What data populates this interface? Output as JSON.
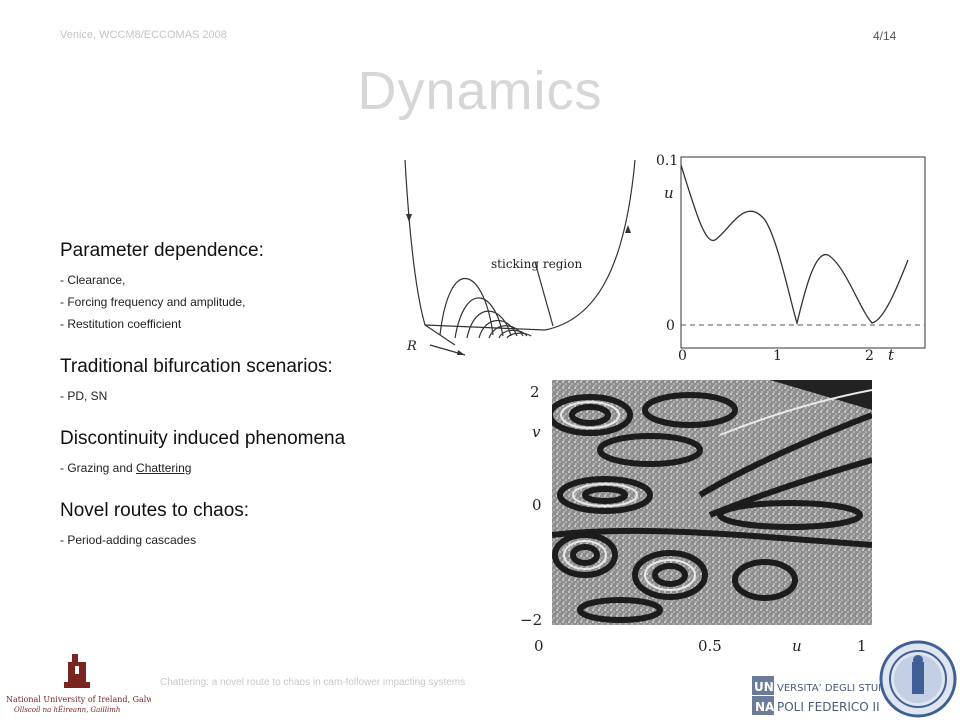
{
  "header": {
    "venue": "Venice, WCCM8/ECCOMAS  2008",
    "page_number": "4/14"
  },
  "slide": {
    "title": "Dynamics",
    "sections": [
      {
        "heading": "Parameter dependence:",
        "bullets": [
          "- Clearance,",
          "- Forcing frequency and amplitude,",
          "- Restitution coefficient"
        ]
      },
      {
        "heading": "Traditional bifurcation scenarios:",
        "bullets": [
          "- PD, SN"
        ]
      },
      {
        "heading": "Discontinuity induced phenomena",
        "bullets": [
          "- Grazing and "
        ],
        "link": "Chattering"
      },
      {
        "heading": "Novel routes to chaos:",
        "bullets": [
          "- Period-adding cascades"
        ]
      }
    ]
  },
  "figures": {
    "sticking": {
      "annotation": "sticking region",
      "axis_label": "R"
    },
    "timeseries": {
      "ylabel": "u",
      "xlabel": "t",
      "yticks": [
        "0.1",
        "0"
      ],
      "xticks": [
        "0",
        "1",
        "2"
      ]
    },
    "phase": {
      "ylabel": "v",
      "xlabel": "u",
      "yticks": [
        "2",
        "0",
        "−2"
      ],
      "xticks": [
        "0",
        "0.5",
        "1"
      ]
    }
  },
  "footer": {
    "subtitle": "Chattering: a novel route to chaos in cam-follower impacting systems"
  },
  "logos": {
    "left_line1": "National University of Ireland, Galway",
    "left_line2": "Ollscoil na hÉireann, Gaillimh",
    "right_top": "VERSITA’ DEGLI STUDI DI",
    "right_bottom": "POLI FEDERICO II",
    "right_mark_top": "UNI",
    "right_mark_bottom": "NA"
  }
}
